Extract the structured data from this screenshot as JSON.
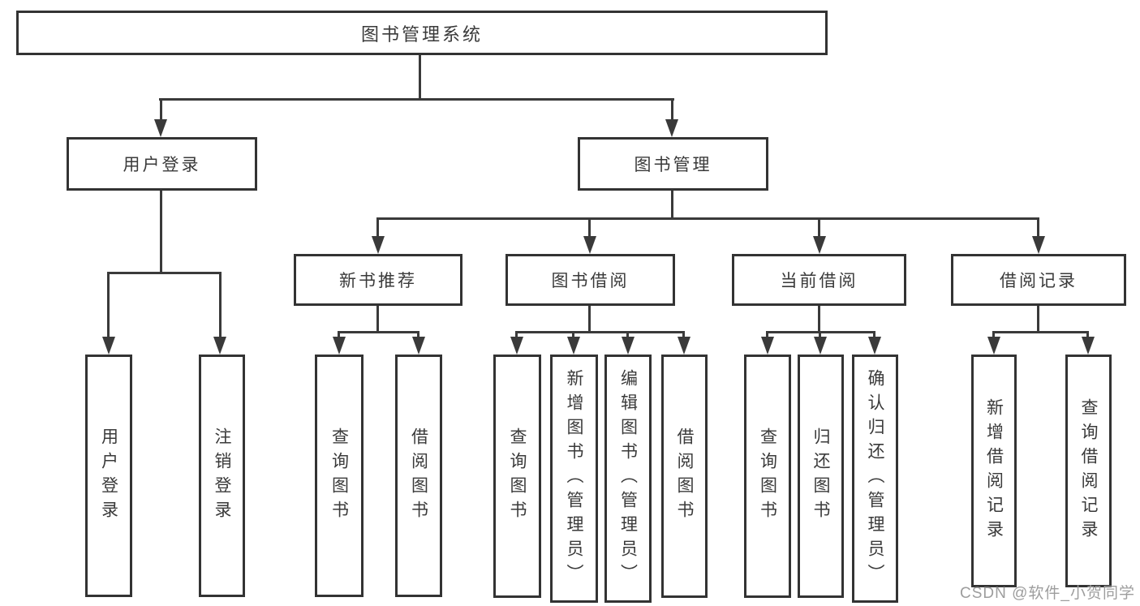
{
  "tree": {
    "root": "图书管理系统",
    "branches": [
      {
        "label": "用户登录",
        "children": [
          {
            "label": "用户登录"
          },
          {
            "label": "注销登录"
          }
        ]
      },
      {
        "label": "图书管理",
        "children": [
          {
            "label": "新书推荐",
            "children": [
              {
                "label": "查询图书"
              },
              {
                "label": "借阅图书"
              }
            ]
          },
          {
            "label": "图书借阅",
            "children": [
              {
                "label": "查询图书"
              },
              {
                "label": "新增图书（管理员）"
              },
              {
                "label": "编辑图书（管理员）"
              },
              {
                "label": "借阅图书"
              }
            ]
          },
          {
            "label": "当前借阅",
            "children": [
              {
                "label": "查询图书"
              },
              {
                "label": "归还图书"
              },
              {
                "label": "确认归还（管理员）"
              }
            ]
          },
          {
            "label": "借阅记录",
            "children": [
              {
                "label": "新增借阅记录"
              },
              {
                "label": "查询借阅记录"
              }
            ]
          }
        ]
      }
    ]
  },
  "watermark": {
    "text": "CSDN @软件_小贺同学"
  },
  "colors": {
    "line": "#3a3a3a",
    "border": "#333333",
    "text": "#3a3a3a",
    "watermark": "#9d9d9d",
    "background": "#ffffff"
  }
}
